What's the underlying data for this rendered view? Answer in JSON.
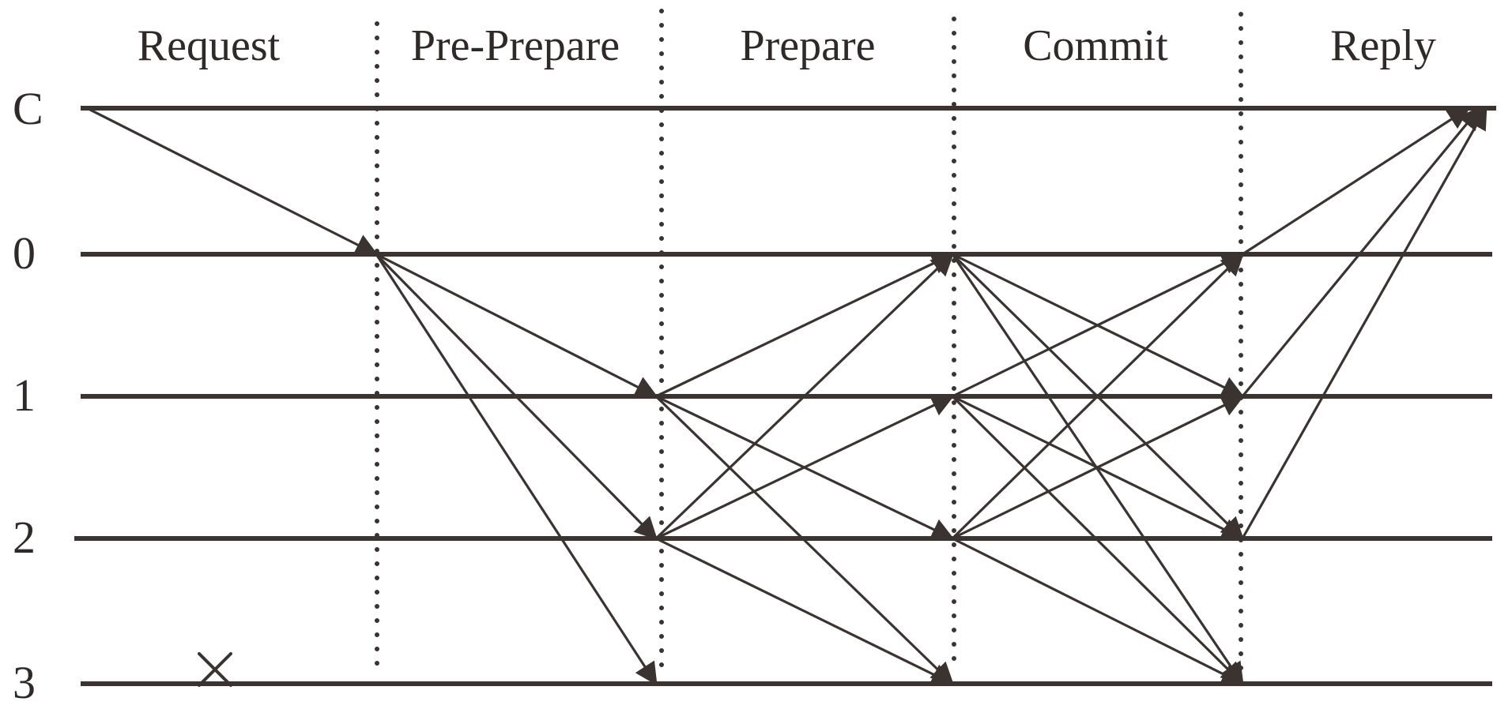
{
  "phases": [
    "Request",
    "Pre-Prepare",
    "Prepare",
    "Commit",
    "Reply"
  ],
  "nodes": [
    "C",
    "0",
    "1",
    "2",
    "3"
  ],
  "colors": {
    "ink": "#3a3330",
    "text": "#2f2a28",
    "background": "#ffffff"
  },
  "failed_node": "3",
  "messages": [
    {
      "phase": "Request",
      "from": "C",
      "to": "0"
    },
    {
      "phase": "Pre-Prepare",
      "from": "0",
      "to": "1"
    },
    {
      "phase": "Pre-Prepare",
      "from": "0",
      "to": "2"
    },
    {
      "phase": "Pre-Prepare",
      "from": "0",
      "to": "3"
    },
    {
      "phase": "Prepare",
      "from": "1",
      "to": "0"
    },
    {
      "phase": "Prepare",
      "from": "1",
      "to": "2"
    },
    {
      "phase": "Prepare",
      "from": "1",
      "to": "3"
    },
    {
      "phase": "Prepare",
      "from": "2",
      "to": "0"
    },
    {
      "phase": "Prepare",
      "from": "2",
      "to": "1"
    },
    {
      "phase": "Prepare",
      "from": "2",
      "to": "3"
    },
    {
      "phase": "Commit",
      "from": "0",
      "to": "1"
    },
    {
      "phase": "Commit",
      "from": "0",
      "to": "2"
    },
    {
      "phase": "Commit",
      "from": "0",
      "to": "3"
    },
    {
      "phase": "Commit",
      "from": "1",
      "to": "0"
    },
    {
      "phase": "Commit",
      "from": "1",
      "to": "2"
    },
    {
      "phase": "Commit",
      "from": "1",
      "to": "3"
    },
    {
      "phase": "Commit",
      "from": "2",
      "to": "0"
    },
    {
      "phase": "Commit",
      "from": "2",
      "to": "1"
    },
    {
      "phase": "Commit",
      "from": "2",
      "to": "3"
    },
    {
      "phase": "Reply",
      "from": "0",
      "to": "C"
    },
    {
      "phase": "Reply",
      "from": "1",
      "to": "C"
    },
    {
      "phase": "Reply",
      "from": "2",
      "to": "C"
    }
  ]
}
